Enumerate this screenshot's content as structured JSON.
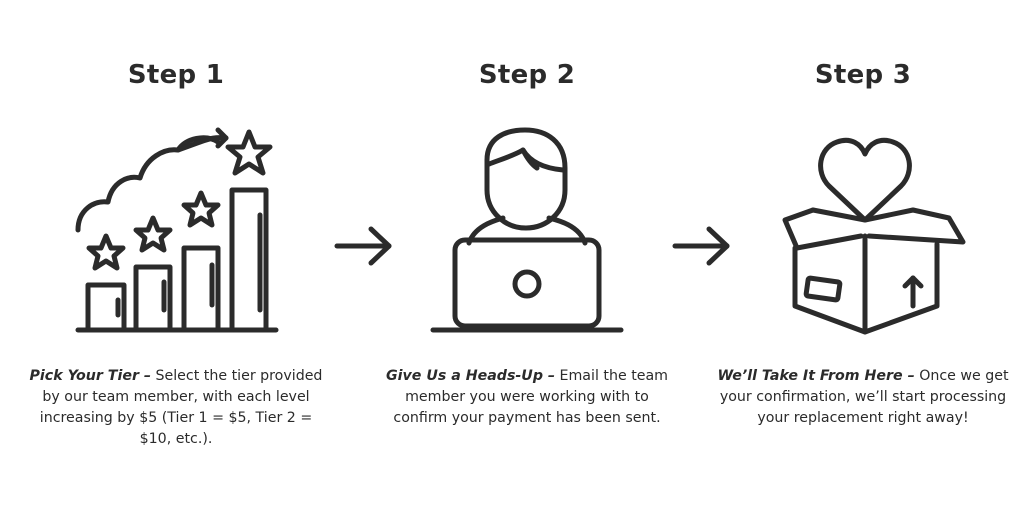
{
  "steps": [
    {
      "title": "Step 1",
      "lead": "Pick Your Tier –",
      "description": " Select the tier provided by our team member, with each level increasing by $5 (Tier 1 = $5, Tier 2 = $10, etc.).",
      "icon": "tier-bar-chart-stars-icon"
    },
    {
      "title": "Step 2",
      "lead": "Give Us a Heads-Up –",
      "description": " Email the team member you were working with to confirm your payment has been sent.",
      "icon": "person-laptop-icon"
    },
    {
      "title": "Step 3",
      "lead": "We’ll Take It From Here –",
      "description": " Once we get your confirmation, we’ll start processing your replacement right away!",
      "icon": "heart-box-icon"
    }
  ],
  "connectors": {
    "icon": "arrow-right-icon"
  },
  "colors": {
    "ink": "#2b2b2b",
    "background": "#ffffff"
  }
}
